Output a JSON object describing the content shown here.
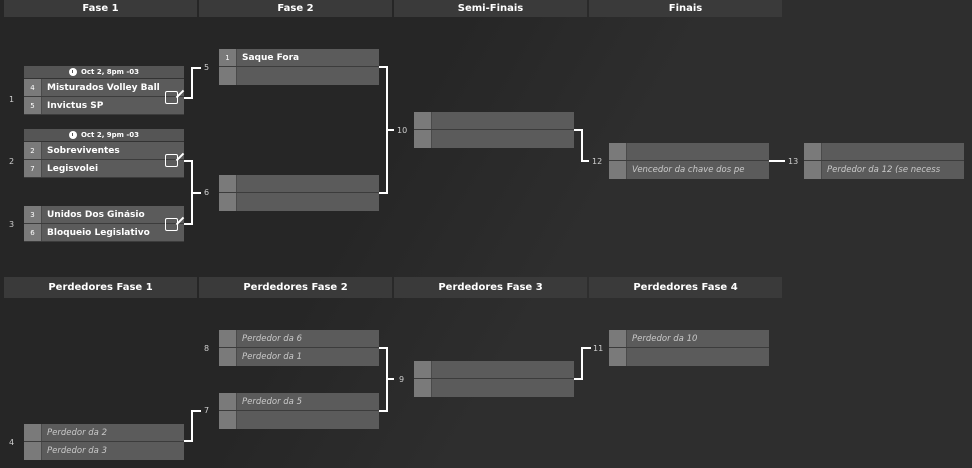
{
  "headers": {
    "winners": [
      "Fase 1",
      "Fase 2",
      "Semi-Finais",
      "Finais"
    ],
    "losers": [
      "Perdedores Fase 1",
      "Perdedores Fase 2",
      "Perdedores Fase 3",
      "Perdedores Fase 4"
    ]
  },
  "matches": {
    "m1": {
      "num": "1",
      "time": "Oct 2, 8pm -03",
      "a_seed": "4",
      "a": "Misturados Volley Ball",
      "b_seed": "5",
      "b": "Invictus SP"
    },
    "m2": {
      "num": "2",
      "time": "Oct 2, 9pm -03",
      "a_seed": "2",
      "a": "Sobreviventes",
      "b_seed": "7",
      "b": "Legisvolei"
    },
    "m3": {
      "num": "3",
      "a_seed": "3",
      "a": "Unidos Dos Ginásio",
      "b_seed": "6",
      "b": "Bloqueio Legislativo"
    },
    "m5": {
      "num": "5",
      "a_seed": "1",
      "a": "Saque Fora"
    },
    "m6": {
      "num": "6"
    },
    "m10": {
      "num": "10"
    },
    "m12": {
      "num": "12",
      "b": "Vencedor da chave dos pe"
    },
    "m13": {
      "num": "13",
      "b": "Perdedor da 12 (se necess"
    },
    "m8": {
      "num": "8",
      "a": "Perdedor da 6",
      "b": "Perdedor da 1"
    },
    "m7": {
      "num": "7",
      "a": "Perdedor da 5"
    },
    "m9": {
      "num": "9"
    },
    "m11": {
      "num": "11",
      "a": "Perdedor da 10"
    },
    "m4": {
      "num": "4",
      "a": "Perdedor da 2",
      "b": "Perdedor da 3"
    }
  },
  "icons": {
    "time": "clock-icon",
    "edit": "edit-icon"
  }
}
